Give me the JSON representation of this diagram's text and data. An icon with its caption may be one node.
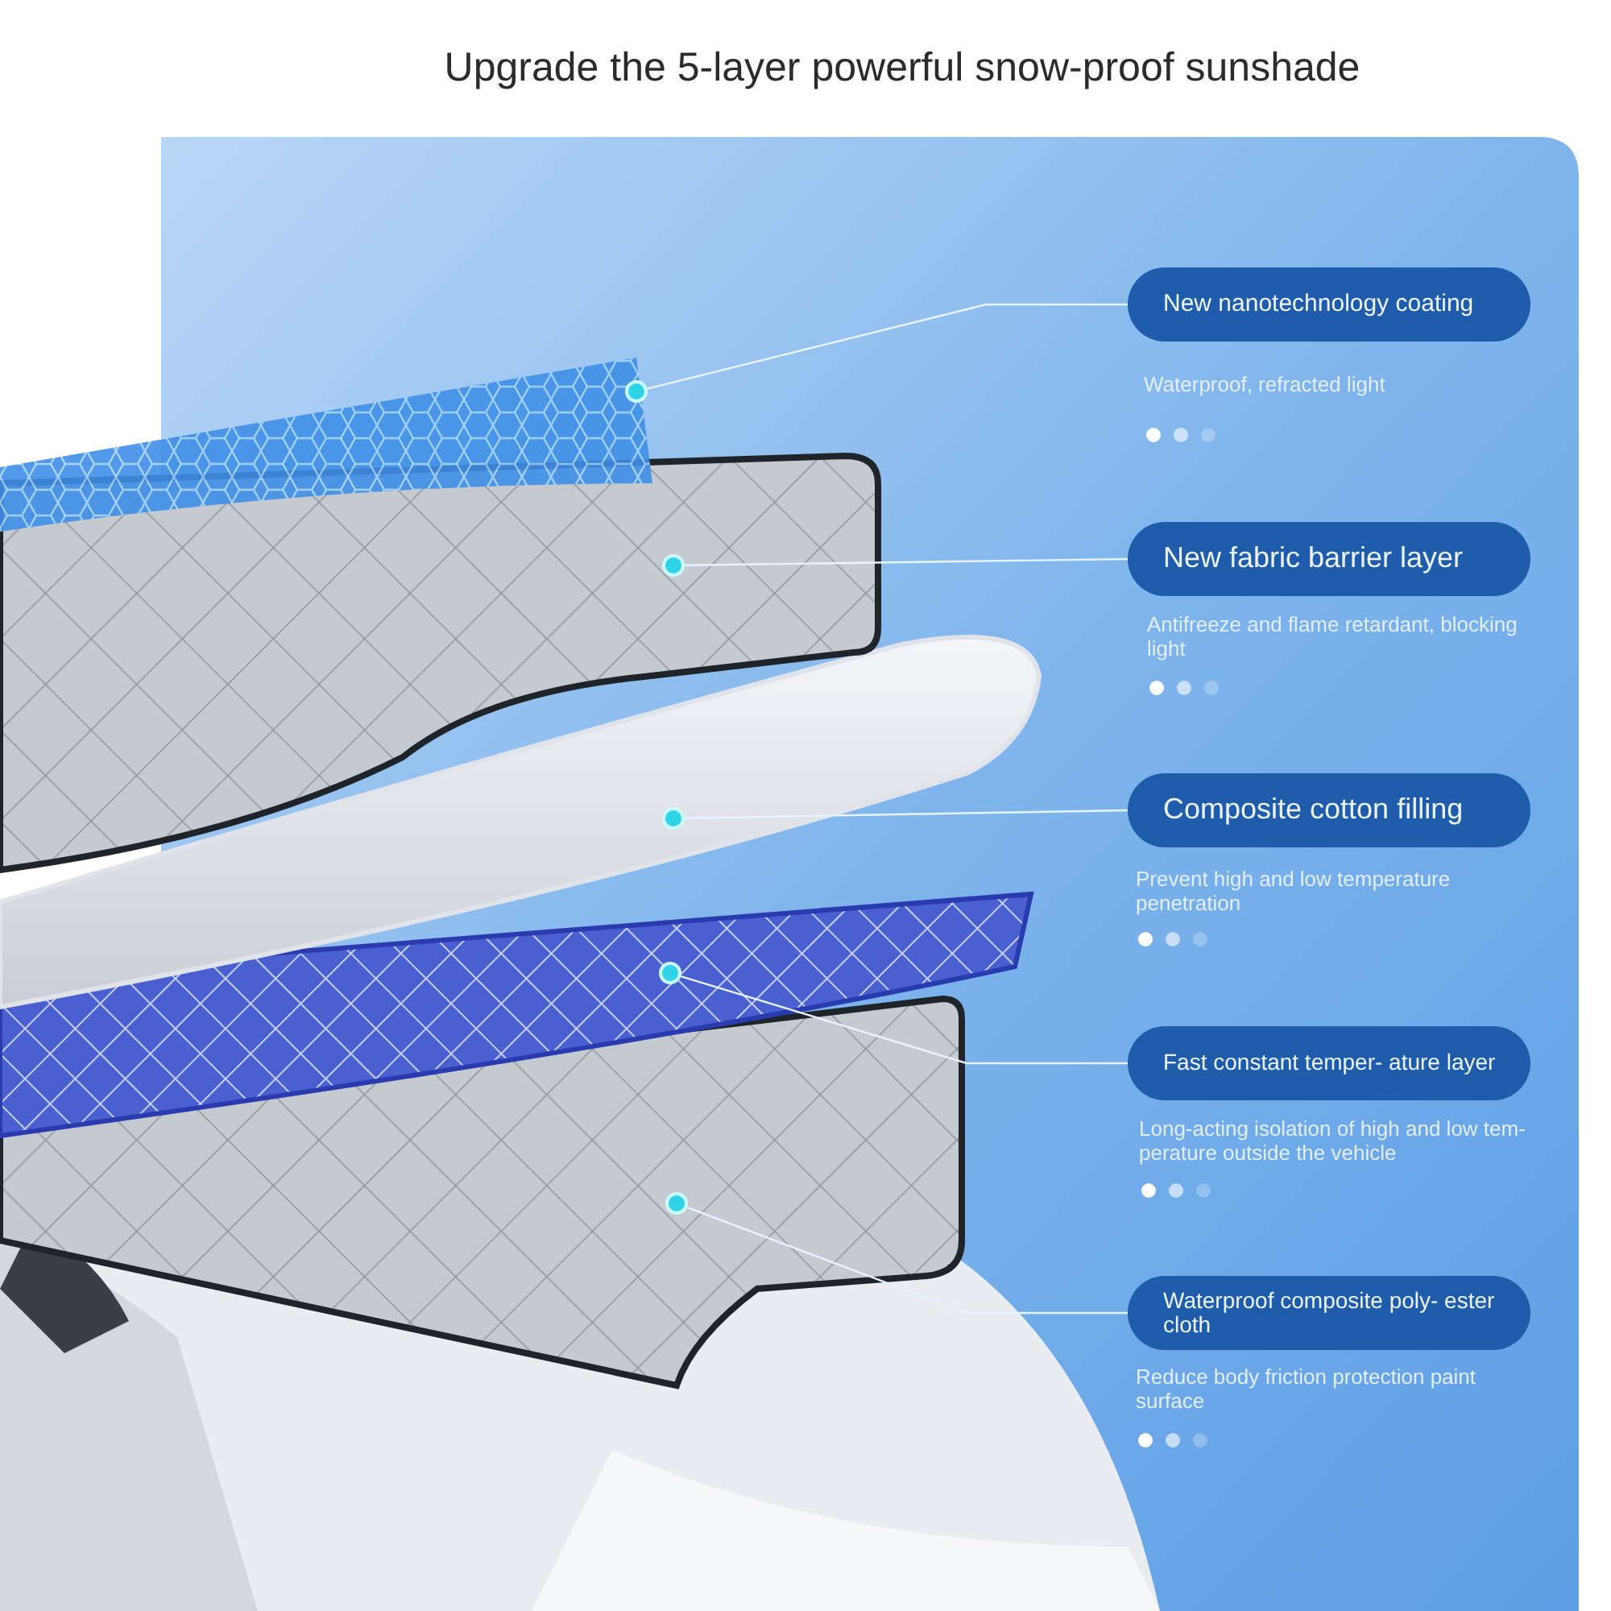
{
  "diagram": {
    "title": "Upgrade the 5-layer powerful snow-proof sunshade",
    "nodes": [
      {
        "text": [
          "New nanotechnology coating"
        ],
        "beside": [
          "Waterproof, refracted light"
        ]
      },
      {
        "text": [
          "New fabric barrier layer"
        ],
        "beside": [
          "Antifreeze and flame retardant, blocking light"
        ]
      },
      {
        "text": [
          "Composite cotton filling"
        ],
        "beside": [
          "Prevent high and low temperature penetration"
        ]
      },
      {
        "text": [
          "Fast constant temper- ature layer"
        ],
        "beside": [
          "Long-acting isolation of high and low tem- perature outside the vehicle"
        ]
      },
      {
        "text": [
          "Waterproof composite poly- ester cloth"
        ],
        "beside": [
          "Reduce body friction protection paint surface"
        ]
      },
      {
        "text": [],
        "shape": "circle"
      },
      {
        "text": [],
        "shape": "circle"
      },
      {
        "text": [],
        "shape": "circle"
      },
      {
        "text": [],
        "shape": "circle"
      },
      {
        "text": [],
        "shape": "circle"
      }
    ],
    "edges": [
      {
        "from": 0,
        "to": 5,
        "arrow": "none"
      },
      {
        "from": 1,
        "to": 6,
        "arrow": "none"
      },
      {
        "from": 2,
        "to": 7,
        "arrow": "none"
      },
      {
        "from": 3,
        "to": 8,
        "arrow": "none"
      },
      {
        "from": 4,
        "to": 9,
        "arrow": "none"
      }
    ]
  }
}
